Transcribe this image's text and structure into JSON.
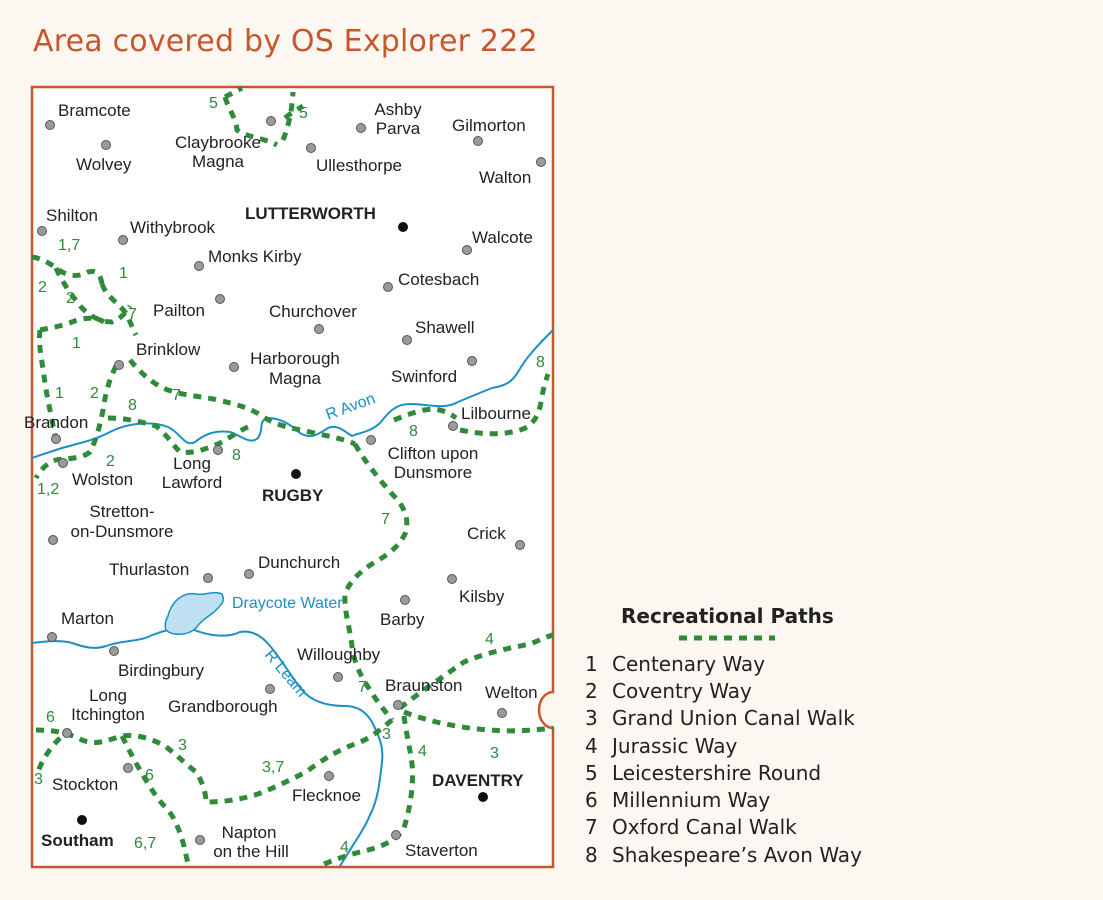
{
  "title": "Area covered by OS Explorer 222",
  "colors": {
    "title": "#c8562a",
    "border": "#c8562a",
    "background": "#fcf7f1",
    "map_fill": "#ffffff",
    "water": "#1a8fc7",
    "lake_fill": "#bfe0f0",
    "path": "#2f8a3a",
    "village_dot": "#9a9a9a",
    "town_dot": "#111111"
  },
  "map": {
    "villages": [
      "Bramcote",
      "Wolvey",
      "Claybrooke Magna",
      "Ullesthorpe",
      "Ashby Parva",
      "Gilmorton",
      "Walton",
      "Shilton",
      "Withybrook",
      "Walcote",
      "Monks Kirby",
      "Cotesbach",
      "Pailton",
      "Churchover",
      "Shawell",
      "Brinklow",
      "Harborough Magna",
      "Swinford",
      "Lilbourne",
      "Brandon",
      "Wolston",
      "Long Lawford",
      "Clifton upon Dunsmore",
      "Stretton-on-Dunsmore",
      "Crick",
      "Thurlaston",
      "Dunchurch",
      "Kilsby",
      "Barby",
      "Marton",
      "Birdingbury",
      "Willoughby",
      "Braunston",
      "Welton",
      "Long Itchington",
      "Grandborough",
      "Stockton",
      "Flecknoe",
      "Napton on the Hill",
      "Staverton"
    ],
    "towns": [
      "LUTTERWORTH",
      "RUGBY",
      "DAVENTRY",
      "Southam"
    ],
    "water_labels": [
      "R Avon",
      "Draycote Water",
      "R Leam"
    ],
    "route_numbers": [
      "5",
      "5",
      "1,7",
      "1",
      "2",
      "2",
      "7",
      "1",
      "1",
      "2",
      "8",
      "7",
      "8",
      "8",
      "8",
      "2",
      "1,2",
      "7",
      "4",
      "7",
      "3",
      "4",
      "3",
      "6",
      "3",
      "3",
      "6",
      "3,7",
      "6,7",
      "4"
    ]
  },
  "legend": {
    "title": "Recreational Paths",
    "symbol_icon": "green-dashed-path",
    "items": [
      {
        "num": "1",
        "name": "Centenary Way"
      },
      {
        "num": "2",
        "name": "Coventry Way"
      },
      {
        "num": "3",
        "name": "Grand Union Canal Walk"
      },
      {
        "num": "4",
        "name": "Jurassic Way"
      },
      {
        "num": "5",
        "name": "Leicestershire Round"
      },
      {
        "num": "6",
        "name": "Millennium Way"
      },
      {
        "num": "7",
        "name": "Oxford Canal Walk"
      },
      {
        "num": "8",
        "name": "Shakespeare’s Avon Way"
      }
    ]
  }
}
